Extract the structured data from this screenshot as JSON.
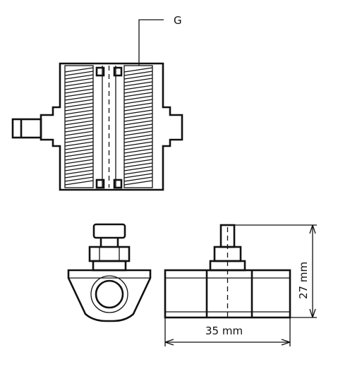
{
  "labels": {
    "part_callout": "G",
    "width_dimension": "35 mm",
    "height_dimension": "27 mm"
  }
}
